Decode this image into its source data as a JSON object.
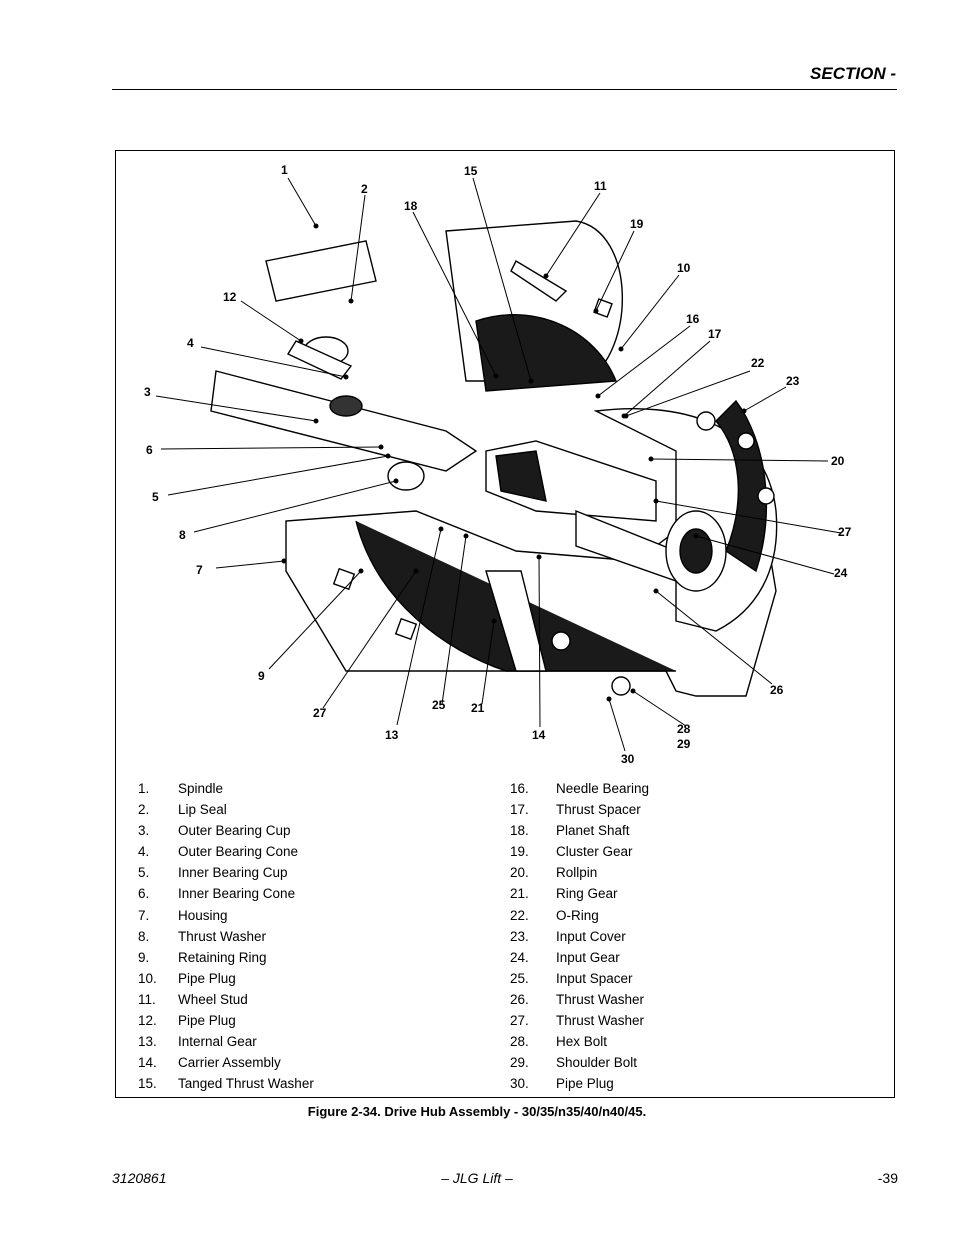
{
  "header": {
    "section": "SECTION -"
  },
  "figure": {
    "callouts": [
      "1",
      "2",
      "15",
      "11",
      "18",
      "19",
      "10",
      "12",
      "16",
      "17",
      "4",
      "22",
      "23",
      "3",
      "20",
      "6",
      "5",
      "27",
      "8",
      "24",
      "7",
      "26",
      "9",
      "27",
      "25",
      "21",
      "28",
      "29",
      "13",
      "14",
      "30"
    ],
    "legend_left": [
      {
        "num": "1.",
        "text": "Spindle"
      },
      {
        "num": "2.",
        "text": "Lip Seal"
      },
      {
        "num": "3.",
        "text": "Outer Bearing Cup"
      },
      {
        "num": "4.",
        "text": "Outer Bearing Cone"
      },
      {
        "num": "5.",
        "text": "Inner Bearing Cup"
      },
      {
        "num": "6.",
        "text": "Inner Bearing Cone"
      },
      {
        "num": "7.",
        "text": "Housing"
      },
      {
        "num": "8.",
        "text": "Thrust Washer"
      },
      {
        "num": "9.",
        "text": "Retaining Ring"
      },
      {
        "num": "10.",
        "text": "Pipe Plug"
      },
      {
        "num": "11.",
        "text": "Wheel Stud"
      },
      {
        "num": "12.",
        "text": "Pipe Plug"
      },
      {
        "num": "13.",
        "text": "Internal Gear"
      },
      {
        "num": "14.",
        "text": "Carrier Assembly"
      },
      {
        "num": "15.",
        "text": "Tanged Thrust Washer"
      }
    ],
    "legend_right": [
      {
        "num": "16.",
        "text": "Needle Bearing"
      },
      {
        "num": "17.",
        "text": "Thrust Spacer"
      },
      {
        "num": "18.",
        "text": "Planet Shaft"
      },
      {
        "num": "19.",
        "text": "Cluster Gear"
      },
      {
        "num": "20.",
        "text": "Rollpin"
      },
      {
        "num": "21.",
        "text": "Ring Gear"
      },
      {
        "num": "22.",
        "text": "O-Ring"
      },
      {
        "num": "23.",
        "text": "Input Cover"
      },
      {
        "num": "24.",
        "text": "Input Gear"
      },
      {
        "num": "25.",
        "text": "Input Spacer"
      },
      {
        "num": "26.",
        "text": "Thrust Washer"
      },
      {
        "num": "27.",
        "text": "Thrust Washer"
      },
      {
        "num": "28.",
        "text": "Hex Bolt"
      },
      {
        "num": "29.",
        "text": "Shoulder Bolt"
      },
      {
        "num": "30.",
        "text": "Pipe Plug"
      }
    ],
    "caption": "Figure 2-34.  Drive Hub Assembly - 30/35/n35/40/n40/45."
  },
  "footer": {
    "doc_number": "3120861",
    "brand": "– JLG Lift –",
    "page": "-39"
  }
}
